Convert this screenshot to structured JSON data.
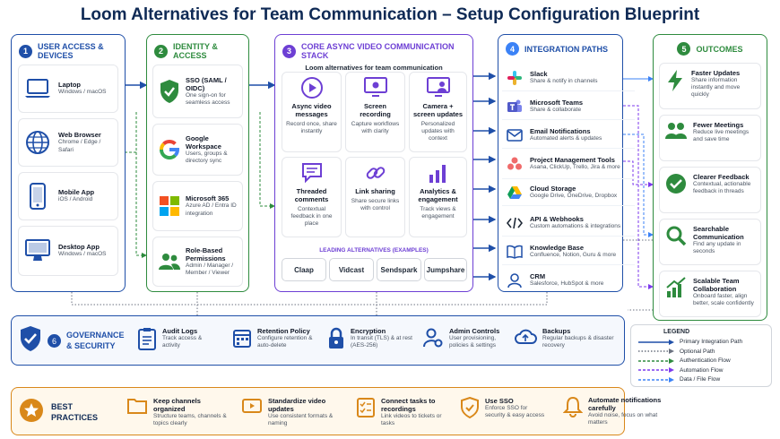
{
  "title": "Loom Alternatives for Team Communication – Setup Configuration Blueprint",
  "col1": {
    "num": "1",
    "title": "USER ACCESS & DEVICES",
    "items": [
      {
        "title": "Laptop",
        "sub": "Windows / macOS",
        "icon": "laptop-icon"
      },
      {
        "title": "Web Browser",
        "sub": "Chrome / Edge / Safari",
        "icon": "globe-icon"
      },
      {
        "title": "Mobile App",
        "sub": "iOS / Android",
        "icon": "phone-icon"
      },
      {
        "title": "Desktop App",
        "sub": "Windows / macOS",
        "icon": "monitor-icon"
      }
    ]
  },
  "col2": {
    "num": "2",
    "title": "IDENTITY & ACCESS",
    "items": [
      {
        "title": "SSO (SAML / OIDC)",
        "sub": "One sign-on for seamless access",
        "icon": "shield-check-icon"
      },
      {
        "title": "Google Workspace",
        "sub": "Users, groups & directory sync",
        "icon": "google-icon"
      },
      {
        "title": "Microsoft 365",
        "sub": "Azure AD / Entra ID integration",
        "icon": "microsoft-icon"
      },
      {
        "title": "Role-Based Permissions",
        "sub": "Admin / Manager / Member / Viewer",
        "icon": "users-icon"
      }
    ]
  },
  "col3": {
    "num": "3",
    "title": "CORE ASYNC VIDEO COMMUNICATION STACK",
    "subtitle": "Loom alternatives for team communication",
    "items": [
      {
        "title": "Async video messages",
        "sub": "Record once, share instantly",
        "icon": "play-icon"
      },
      {
        "title": "Screen recording",
        "sub": "Capture workflows with clarity",
        "icon": "screen-record-icon"
      },
      {
        "title": "Camera + screen updates",
        "sub": "Personalized updates with context",
        "icon": "camera-screen-icon"
      },
      {
        "title": "Threaded comments",
        "sub": "Contextual feedback in one place",
        "icon": "comment-icon"
      },
      {
        "title": "Link sharing",
        "sub": "Share secure links with control",
        "icon": "link-icon"
      },
      {
        "title": "Analytics & engagement",
        "sub": "Track views & engagement",
        "icon": "bar-chart-icon"
      }
    ],
    "alt_label": "LEADING ALTERNATIVES (EXAMPLES)",
    "alternatives": [
      "Claap",
      "Vidcast",
      "Sendspark",
      "Jumpshare"
    ]
  },
  "col4": {
    "num": "4",
    "title": "INTEGRATION PATHS",
    "items": [
      {
        "title": "Slack",
        "sub": "Share & notify in channels",
        "icon": "slack-icon"
      },
      {
        "title": "Microsoft Teams",
        "sub": "Share & collaborate",
        "icon": "teams-icon"
      },
      {
        "title": "Email Notifications",
        "sub": "Automated alerts & updates",
        "icon": "mail-icon"
      },
      {
        "title": "Project Management Tools",
        "sub": "Asana, ClickUp, Trello, Jira & more",
        "icon": "pm-icon"
      },
      {
        "title": "Cloud Storage",
        "sub": "Google Drive, OneDrive, Dropbox",
        "icon": "drive-icon"
      },
      {
        "title": "API & Webhooks",
        "sub": "Custom automations & integrations",
        "icon": "code-icon"
      },
      {
        "title": "Knowledge Base",
        "sub": "Confluence, Notion, Guru & more",
        "icon": "book-icon"
      },
      {
        "title": "CRM",
        "sub": "Salesforce, HubSpot & more",
        "icon": "crm-icon"
      }
    ]
  },
  "col5": {
    "num": "5",
    "title": "OUTCOMES",
    "items": [
      {
        "title": "Faster Updates",
        "sub": "Share information instantly and move quickly",
        "icon": "bolt-icon"
      },
      {
        "title": "Fewer Meetings",
        "sub": "Reduce live meetings and save time",
        "icon": "people-icon"
      },
      {
        "title": "Clearer Feedback",
        "sub": "Contextual, actionable feedback in threads",
        "icon": "check-circle-icon"
      },
      {
        "title": "Searchable Communication",
        "sub": "Find any update in seconds",
        "icon": "search-icon"
      },
      {
        "title": "Scalable Team Collaboration",
        "sub": "Onboard faster, align better, scale confidently",
        "icon": "growth-icon"
      }
    ]
  },
  "governance": {
    "num": "6",
    "title": "GOVERNANCE & SECURITY",
    "items": [
      {
        "title": "Audit Logs",
        "sub": "Track access & activity",
        "icon": "clipboard-icon"
      },
      {
        "title": "Retention Policy",
        "sub": "Configure retention & auto-delete",
        "icon": "calendar-icon"
      },
      {
        "title": "Encryption",
        "sub": "In transit (TLS) & at rest (AES-256)",
        "icon": "lock-icon"
      },
      {
        "title": "Admin Controls",
        "sub": "User provisioning, policies & settings",
        "icon": "admin-icon"
      },
      {
        "title": "Backups",
        "sub": "Regular backups & disaster recovery",
        "icon": "cloud-backup-icon"
      }
    ]
  },
  "legend": {
    "title": "LEGEND",
    "items": [
      {
        "label": "Primary Integration Path",
        "color": "#1f4fa8",
        "style": "solid"
      },
      {
        "label": "Optional Path",
        "color": "#6b7280",
        "style": "dotted"
      },
      {
        "label": "Authentication Flow",
        "color": "#2e8b3e",
        "style": "dashed"
      },
      {
        "label": "Automation Flow",
        "color": "#7c3aed",
        "style": "dashed"
      },
      {
        "label": "Data / File Flow",
        "color": "#3b82f6",
        "style": "dashed"
      }
    ]
  },
  "best": {
    "title": "BEST PRACTICES",
    "items": [
      {
        "title": "Keep channels organized",
        "sub": "Structure teams, channels & topics clearly",
        "icon": "folder-icon"
      },
      {
        "title": "Standardize video updates",
        "sub": "Use consistent formats & naming",
        "icon": "video-icon"
      },
      {
        "title": "Connect tasks to recordings",
        "sub": "Link videos to tickets or tasks",
        "icon": "checklist-icon"
      },
      {
        "title": "Use SSO",
        "sub": "Enforce SSO for security & easy access",
        "icon": "shield-icon"
      },
      {
        "title": "Automate notifications carefully",
        "sub": "Avoid noise, focus on what matters",
        "icon": "bell-icon"
      }
    ]
  },
  "colors": {
    "blue": "#1f4fa8",
    "green": "#2e8b3e",
    "purple": "#6d3fd4",
    "orange": "#d9881a",
    "navy": "#0f2a55"
  }
}
